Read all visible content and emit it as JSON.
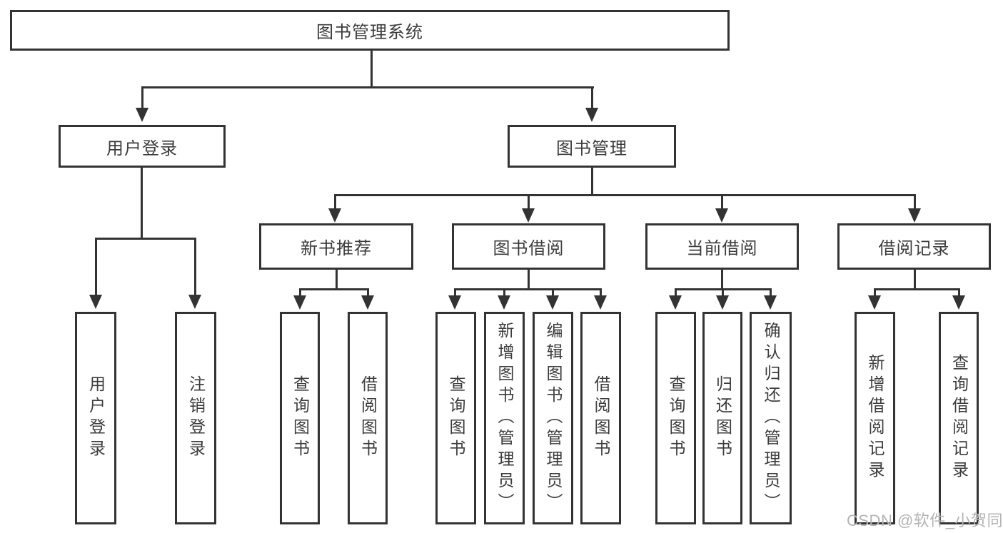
{
  "title": {
    "label": "图书管理系统"
  },
  "branches": {
    "user_login": {
      "label": "用户登录",
      "children": [
        "用户登录",
        "注销登录"
      ]
    },
    "book_management": {
      "label": "图书管理",
      "sections": [
        {
          "label": "新书推荐",
          "children": [
            "查询图书",
            "借阅图书"
          ]
        },
        {
          "label": "图书借阅",
          "children": [
            "查询图书",
            "新增图书（管理员）",
            "编辑图书（管理员）",
            "借阅图书"
          ]
        },
        {
          "label": "当前借阅",
          "children": [
            "查询图书",
            "归还图书",
            "确认归还（管理员）"
          ]
        },
        {
          "label": "借阅记录",
          "children": [
            "新增借阅记录",
            "查询借阅记录"
          ]
        }
      ]
    }
  },
  "watermark": {
    "text": "CSDN @软件_小贺同学"
  },
  "colors": {
    "line": "#333333",
    "text": "#3c3c3c",
    "watermark": "#b4b4b4",
    "background": "#ffffff"
  }
}
